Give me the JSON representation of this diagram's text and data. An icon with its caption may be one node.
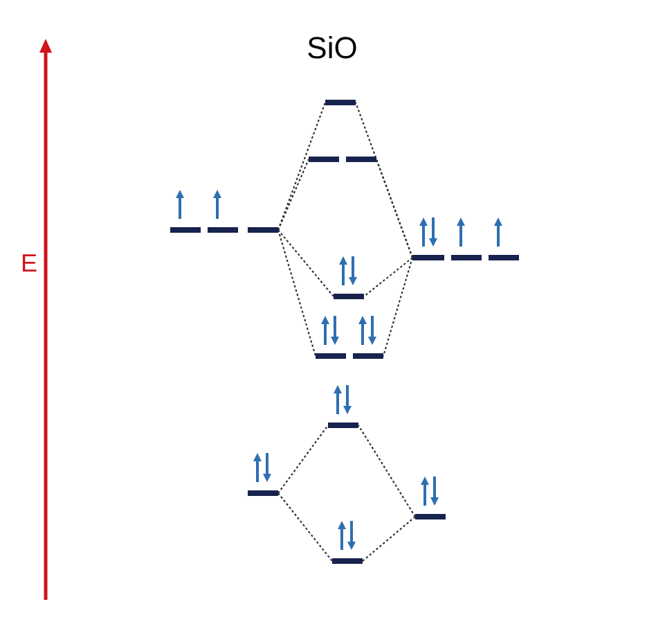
{
  "diagram": {
    "title": "SiO",
    "nodes": [
      {
        "text": [],
        "shape": "bar"
      },
      {
        "text": [],
        "shape": "bar"
      },
      {
        "text": [],
        "shape": "bar"
      },
      {
        "text": [],
        "shape": "bar"
      },
      {
        "text": [],
        "shape": "bar"
      },
      {
        "text": [],
        "shape": "bar"
      },
      {
        "text": [],
        "shape": "bar"
      },
      {
        "text": [],
        "shape": "bar"
      },
      {
        "text": [],
        "shape": "bar"
      },
      {
        "text": [],
        "shape": "bar"
      },
      {
        "text": [],
        "shape": "bar"
      },
      {
        "text": [],
        "shape": "bar"
      },
      {
        "text": [],
        "shape": "bar"
      },
      {
        "text": [],
        "shape": "bar"
      },
      {
        "text": [],
        "shape": "bar"
      },
      {
        "text": [],
        "shape": "bar"
      }
    ],
    "edges": [
      {
        "from": 5,
        "to": 0,
        "arrow": "none",
        "style": "dashed"
      },
      {
        "from": 5,
        "to": 1,
        "arrow": "none",
        "style": "dashed"
      },
      {
        "from": 5,
        "to": 9,
        "arrow": "none",
        "style": "dashed"
      },
      {
        "from": 5,
        "to": 10,
        "arrow": "none",
        "style": "dashed"
      },
      {
        "from": 6,
        "to": 0,
        "arrow": "none",
        "style": "dashed"
      },
      {
        "from": 6,
        "to": 2,
        "arrow": "none",
        "style": "dashed"
      },
      {
        "from": 6,
        "to": 9,
        "arrow": "none",
        "style": "dashed"
      },
      {
        "from": 6,
        "to": 11,
        "arrow": "none",
        "style": "dashed"
      },
      {
        "from": 13,
        "to": 12,
        "arrow": "none",
        "style": "dashed"
      },
      {
        "from": 13,
        "to": 15,
        "arrow": "none",
        "style": "dashed"
      },
      {
        "from": 14,
        "to": 12,
        "arrow": "none",
        "style": "dashed"
      },
      {
        "from": 14,
        "to": 15,
        "arrow": "none",
        "style": "dashed"
      }
    ],
    "labels": [
      "E"
    ]
  }
}
